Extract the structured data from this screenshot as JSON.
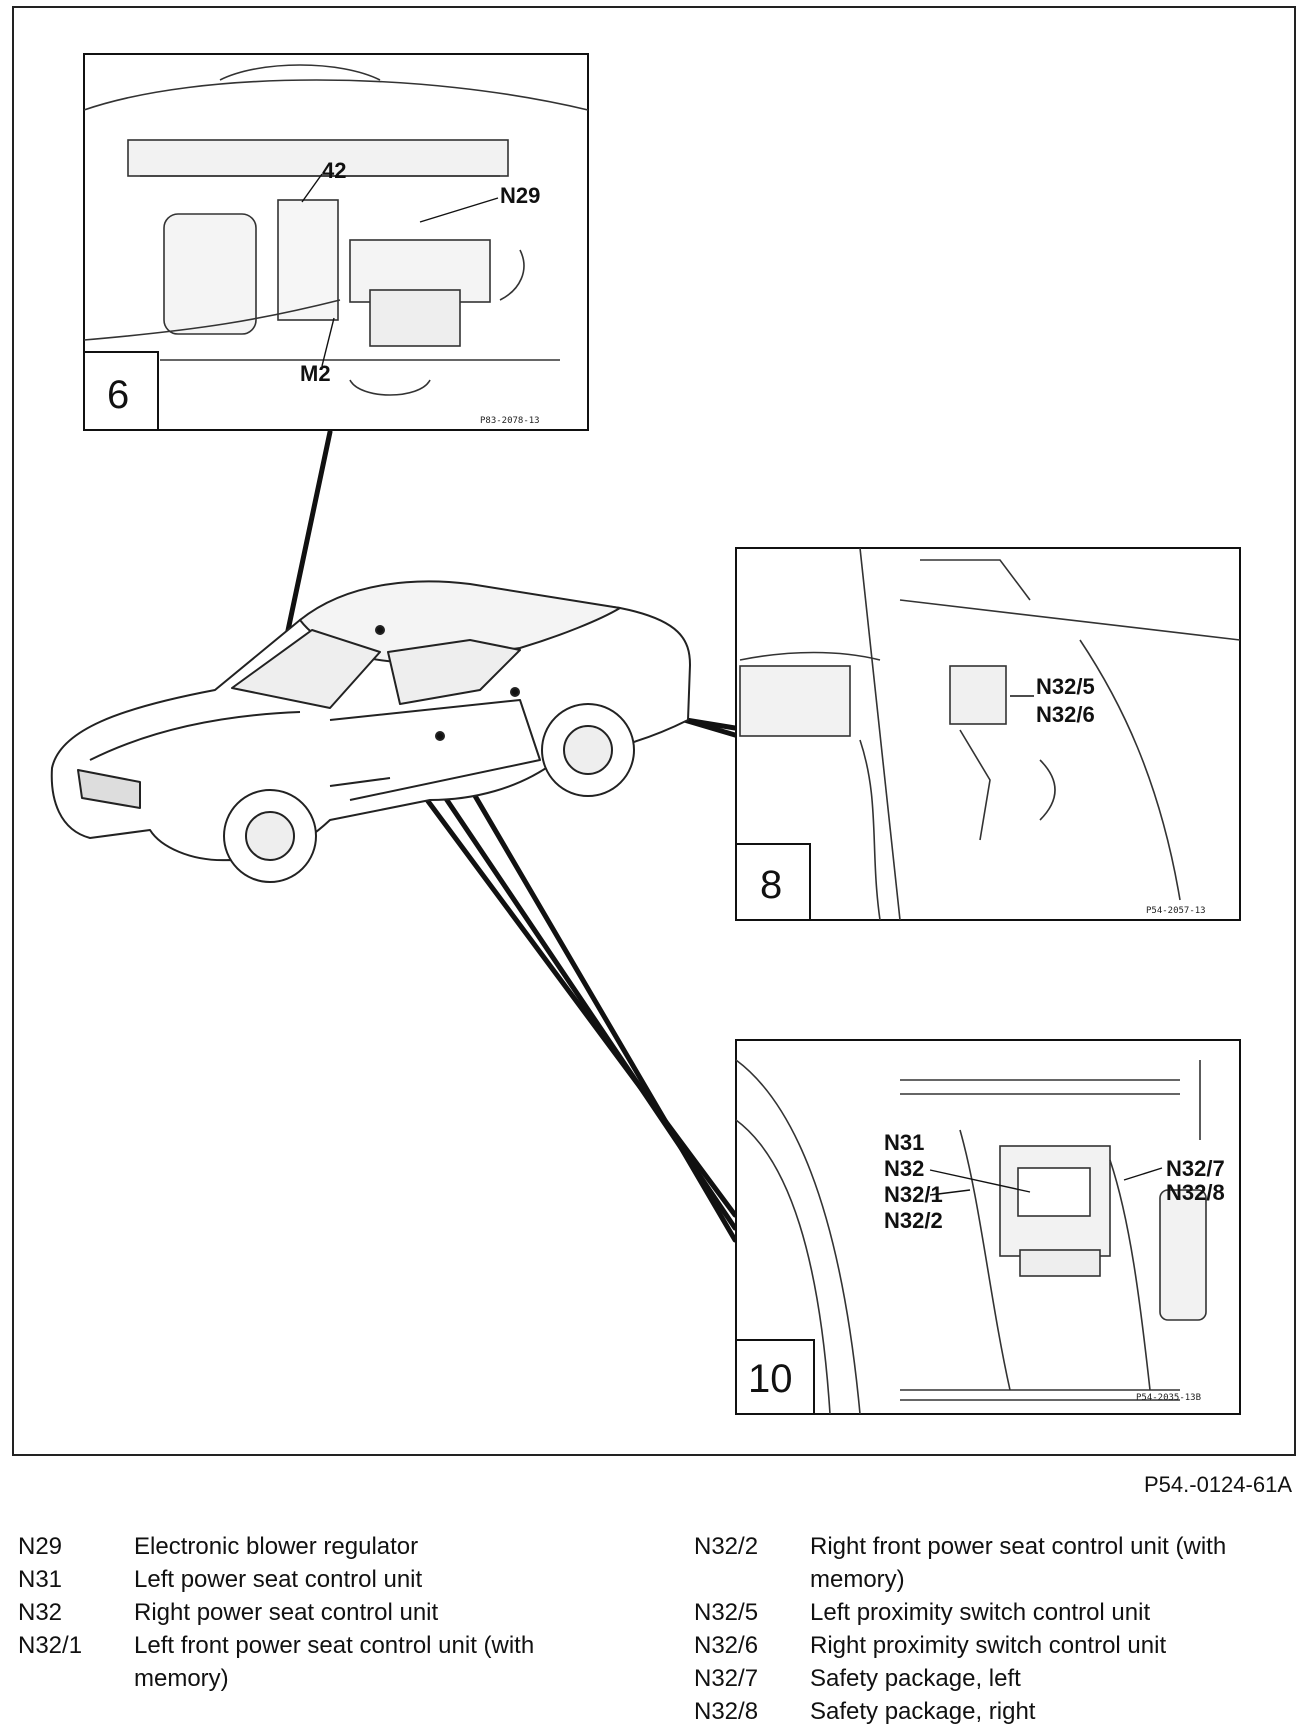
{
  "figure_ref": "P54.-0124-61A",
  "panels": {
    "p6": {
      "number": "6",
      "callouts": [
        "42",
        "N29",
        "M2"
      ],
      "image_ref": "P83-2078-13"
    },
    "p8": {
      "number": "8",
      "callouts": [
        "N32/5",
        "N32/6"
      ],
      "image_ref": "P54-2057-13"
    },
    "p10": {
      "number": "10",
      "callouts": [
        "N31",
        "N32",
        "N32/1",
        "N32/2",
        "N32/7",
        "N32/8"
      ],
      "image_ref": "P54-2035-13B"
    }
  },
  "legend": {
    "left": [
      {
        "code": "N29",
        "desc": "Electronic blower regulator"
      },
      {
        "code": "N31",
        "desc": "Left power seat control unit"
      },
      {
        "code": "N32",
        "desc": "Right power seat control unit"
      },
      {
        "code": "N32/1",
        "desc": "Left front power seat control unit (with memory)"
      }
    ],
    "right": [
      {
        "code": "N32/2",
        "desc": "Right front power seat control unit (with memory)"
      },
      {
        "code": "N32/5",
        "desc": "Left proximity switch control unit"
      },
      {
        "code": "N32/6",
        "desc": "Right proximity switch control unit"
      },
      {
        "code": "N32/7",
        "desc": "Safety package, left"
      },
      {
        "code": "N32/8",
        "desc": "Safety package, right"
      }
    ]
  }
}
